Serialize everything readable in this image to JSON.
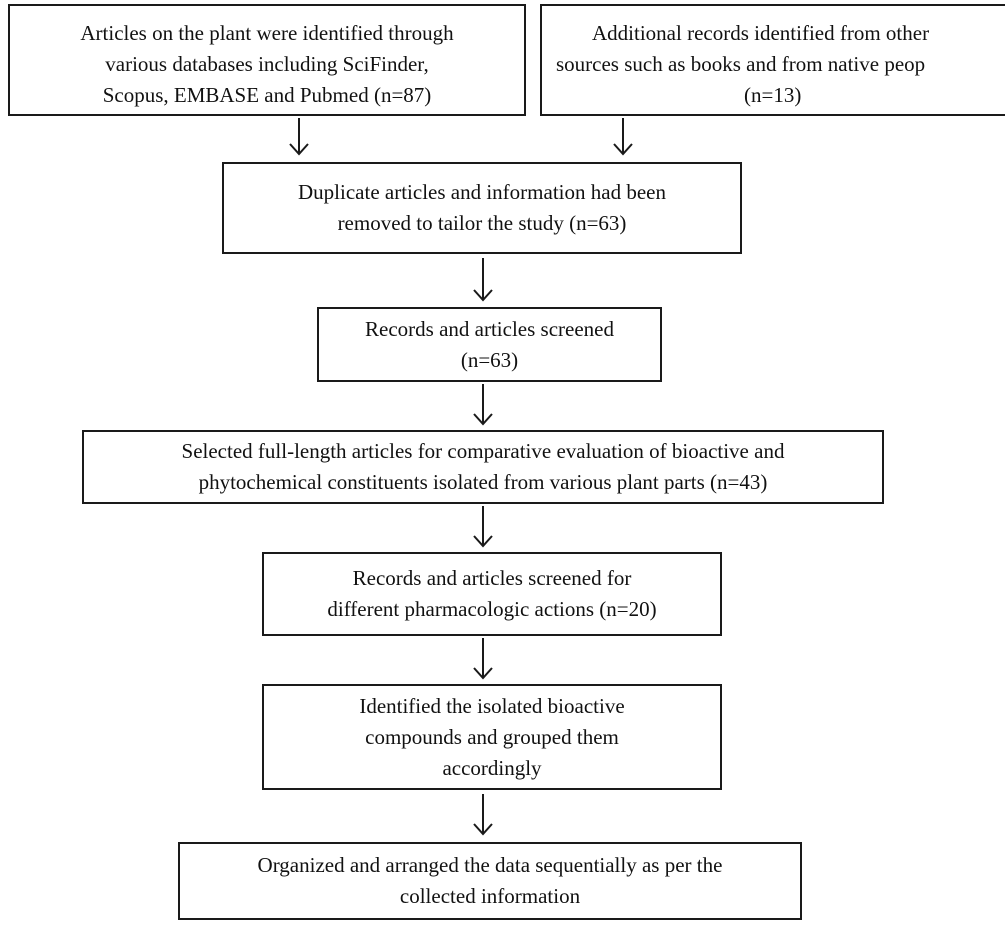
{
  "nodes": {
    "identified": {
      "lines": [
        "Articles on the plant were identified through",
        "various databases including SciFinder,",
        "Scopus, EMBASE and Pubmed (n=87)"
      ]
    },
    "additional": {
      "lines": [
        "Additional records identified from other",
        "sources such as books and from native peop",
        "(n=13)"
      ]
    },
    "duplicates": {
      "lines": [
        "Duplicate articles and information had been",
        "removed to tailor the study (n=63)"
      ]
    },
    "screened": {
      "lines": [
        "Records and articles screened",
        "(n=63)"
      ]
    },
    "full_length": {
      "lines": [
        "Selected full-length articles for comparative evaluation of bioactive and",
        "phytochemical constituents isolated from various plant parts (n=43)"
      ]
    },
    "pharmacologic": {
      "lines": [
        "Records and articles screened for",
        "different pharmacologic actions (n=20)"
      ]
    },
    "grouped": {
      "lines": [
        "Identified the isolated bioactive",
        "compounds and grouped them",
        "accordingly"
      ]
    },
    "organized": {
      "lines": [
        "Organized and arranged the data sequentially as per the",
        "collected information"
      ]
    }
  }
}
